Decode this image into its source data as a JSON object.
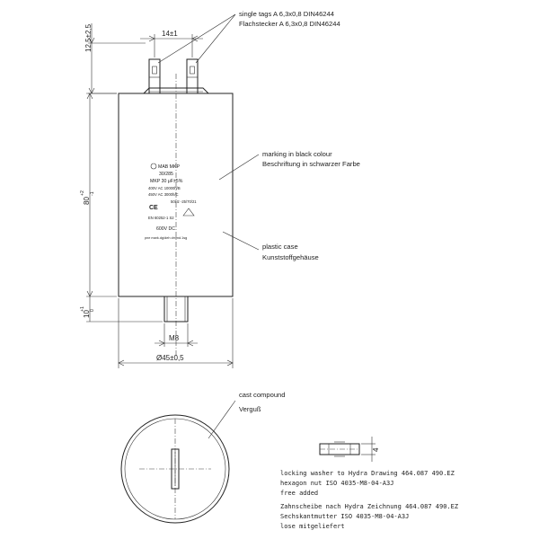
{
  "tabs": {
    "single_tags_en": "single tags A 6,3x0,8 DIN46244",
    "single_tags_de": "Flachstecker A 6,3x0,8 DIN46244",
    "marking_en": "marking in black colour",
    "marking_de": "Beschriftung in schwarzer Farbe",
    "case_en": "plastic case",
    "case_de": "Kunststoffgehäuse",
    "compound_en": "cast compound",
    "compound_de": "Verguß",
    "washer_en": [
      "locking washer to Hydra Drawing 464.087 490.EZ",
      "hexagon nut ISO 4035-M8-04-A3J",
      "free added"
    ],
    "washer_de": [
      "Zahnscheibe nach Hydra Zeichnung 464.087 490.EZ",
      "Sechskantmutter ISO 4035-M8-04-A3J",
      "lose mitgeliefert"
    ]
  },
  "dimensions": {
    "tag_height": "12,5±2,5",
    "tag_spacing": "14±1",
    "body_height": "80",
    "body_height_tol_upper": "+2",
    "body_height_tol_lower": "-1",
    "stud_length": "10",
    "stud_tol_upper": "+1",
    "stud_tol_lower": "0",
    "thread": "M8",
    "diameter": "Ø45±0,5",
    "nut_height": "4"
  },
  "label": {
    "brand": "MAB MKP",
    "line1": "30/285",
    "line2": "MKP 30 μF±5%",
    "line3": "400V AC 10000h/B",
    "line4": "450V AC  3000h/C",
    "line5": "50Hz  -25/70/21",
    "ce": "CE",
    "line6": "EN 60252-1  S2",
    "voltage_dc": "600V DC",
    "footer": "pne mark.dg/deh dmmd.1sg"
  }
}
